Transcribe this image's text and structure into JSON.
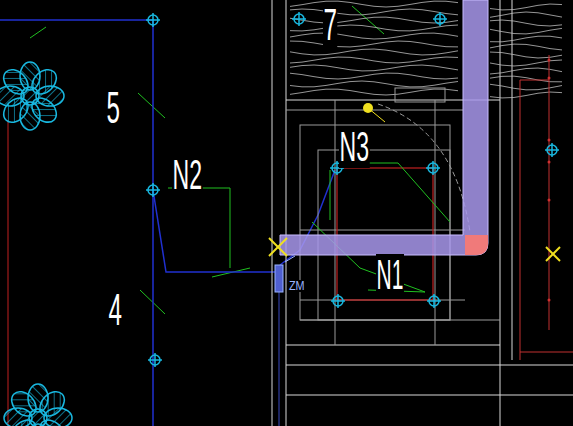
{
  "diagram": {
    "labels": [
      "7",
      "5",
      "N2",
      "N3",
      "N1",
      "4",
      "ZM"
    ]
  }
}
